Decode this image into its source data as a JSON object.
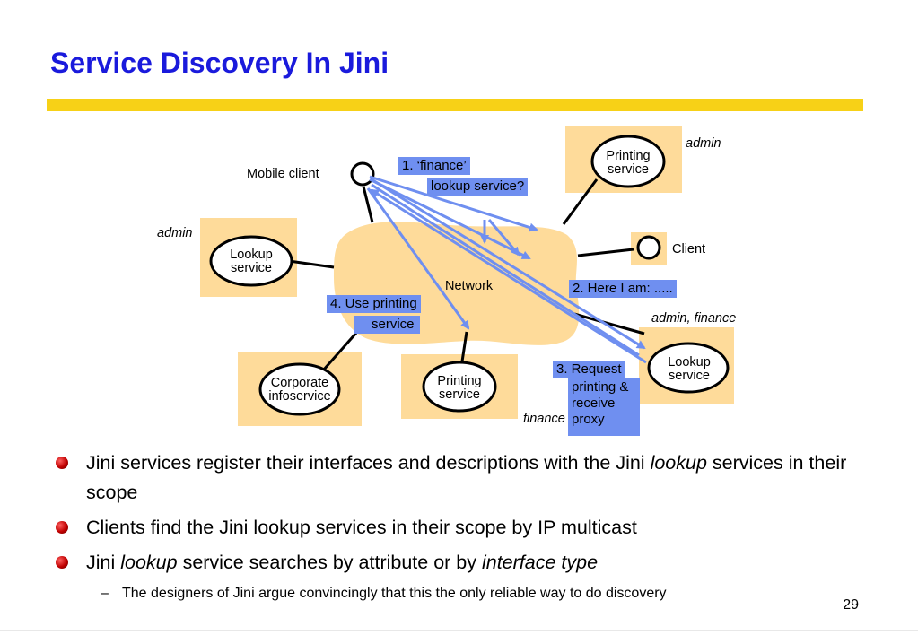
{
  "slide": {
    "title": "Service Discovery In Jini",
    "page_number": "29"
  },
  "diagram": {
    "network_label": "Network",
    "mobile_client_label": "Mobile client",
    "client_label": "Client",
    "nodes": {
      "printing_top": {
        "line1": "Printing",
        "line2": "service",
        "scope": "admin"
      },
      "lookup_left": {
        "line1": "Lookup",
        "line2": "service",
        "scope": "admin"
      },
      "lookup_right": {
        "line1": "Lookup",
        "line2": "service",
        "scope": "admin, finance"
      },
      "corporate": {
        "line1": "Corporate",
        "line2": "infoservice"
      },
      "printing_bottom": {
        "line1": "Printing",
        "line2": "service",
        "scope": "finance"
      }
    },
    "steps": {
      "step1_line1": "1. ‘finance’",
      "step1_line2": "lookup service?",
      "step2": "2. Here I am: .....",
      "step3_line1": "3. Request",
      "step3_line2": "printing &",
      "step3_line3": "receive",
      "step3_line4": "proxy",
      "step4_line1": "4. Use printing",
      "step4_line2": "service"
    },
    "colors": {
      "node_box": "#fedb9a",
      "network_cloud": "#fedb9a",
      "step_box": "#6f8ff0",
      "arrow": "#6f8ff0"
    }
  },
  "bullets": [
    {
      "pre": "Jini services register their interfaces and descriptions with the Jini ",
      "em": "lookup",
      "post": " services in their scope"
    },
    {
      "pre": "Clients find the Jini lookup services in their scope by IP multicast",
      "em": "",
      "post": ""
    },
    {
      "pre": "Jini ",
      "em": "lookup",
      "post": " service searches by attribute or by ",
      "em2": "interface type"
    }
  ],
  "sub_bullet": {
    "dash": "–",
    "text": "The designers of Jini argue convincingly that this the only reliable way to do discovery"
  }
}
